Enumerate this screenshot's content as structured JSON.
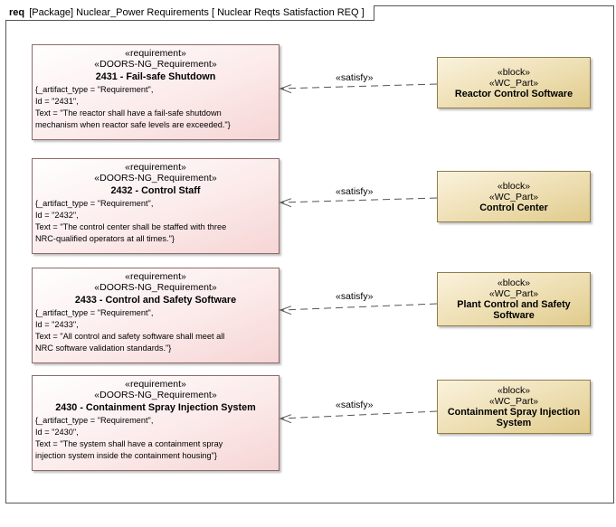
{
  "frame": {
    "kind": "req",
    "label": "[Package] Nuclear_Power Requirements [ Nuclear Reqts Satisfaction REQ ]"
  },
  "requirements": [
    {
      "stereotype1": "«requirement»",
      "stereotype2": "«DOORS-NG_Requirement»",
      "name": "2431 - Fail-safe Shutdown",
      "body": "{_artifact_type = \"Requirement\",\nId = \"2431\",\nText = \"The reactor shall have a fail-safe shutdown\nmechanism when reactor safe levels are exceeded.\"}"
    },
    {
      "stereotype1": "«requirement»",
      "stereotype2": "«DOORS-NG_Requirement»",
      "name": "2432 - Control Staff",
      "body": "{_artifact_type = \"Requirement\",\nId = \"2432\",\nText = \"The control center shall be staffed with three\nNRC-qualified operators at all times.\"}"
    },
    {
      "stereotype1": "«requirement»",
      "stereotype2": "«DOORS-NG_Requirement»",
      "name": "2433 - Control and Safety Software",
      "body": "{_artifact_type = \"Requirement\",\nId = \"2433\",\nText = \"All control and safety software shall meet all\nNRC software validation standards.\"}"
    },
    {
      "stereotype1": "«requirement»",
      "stereotype2": "«DOORS-NG_Requirement»",
      "name": "2430 - Containment Spray Injection System",
      "body": "{_artifact_type = \"Requirement\",\nId = \"2430\",\nText = \"The system shall have a containment spray\ninjection system inside the containment housing\"}"
    }
  ],
  "blocks": [
    {
      "stereotype1": "«block»",
      "stereotype2": "«WC_Part»",
      "name": "Reactor Control Software"
    },
    {
      "stereotype1": "«block»",
      "stereotype2": "«WC_Part»",
      "name": "Control Center"
    },
    {
      "stereotype1": "«block»",
      "stereotype2": "«WC_Part»",
      "name": "Plant Control and Safety Software"
    },
    {
      "stereotype1": "«block»",
      "stereotype2": "«WC_Part»",
      "name": "Containment Spray Injection System"
    }
  ],
  "relations": [
    {
      "label": "«satisfy»",
      "from": "Reactor Control Software",
      "to": "2431 - Fail-safe Shutdown"
    },
    {
      "label": "«satisfy»",
      "from": "Control Center",
      "to": "2432 - Control Staff"
    },
    {
      "label": "«satisfy»",
      "from": "Plant Control and Safety Software",
      "to": "2433 - Control and Safety Software"
    },
    {
      "label": "«satisfy»",
      "from": "Containment Spray Injection System",
      "to": "2430 - Containment Spray Injection System"
    }
  ],
  "colors": {
    "requirement_fill": "#fcebeb",
    "requirement_border": "#8e6a6a",
    "block_fill": "#ecdcad",
    "block_border": "#8f7d4a",
    "connector": "#555555"
  }
}
